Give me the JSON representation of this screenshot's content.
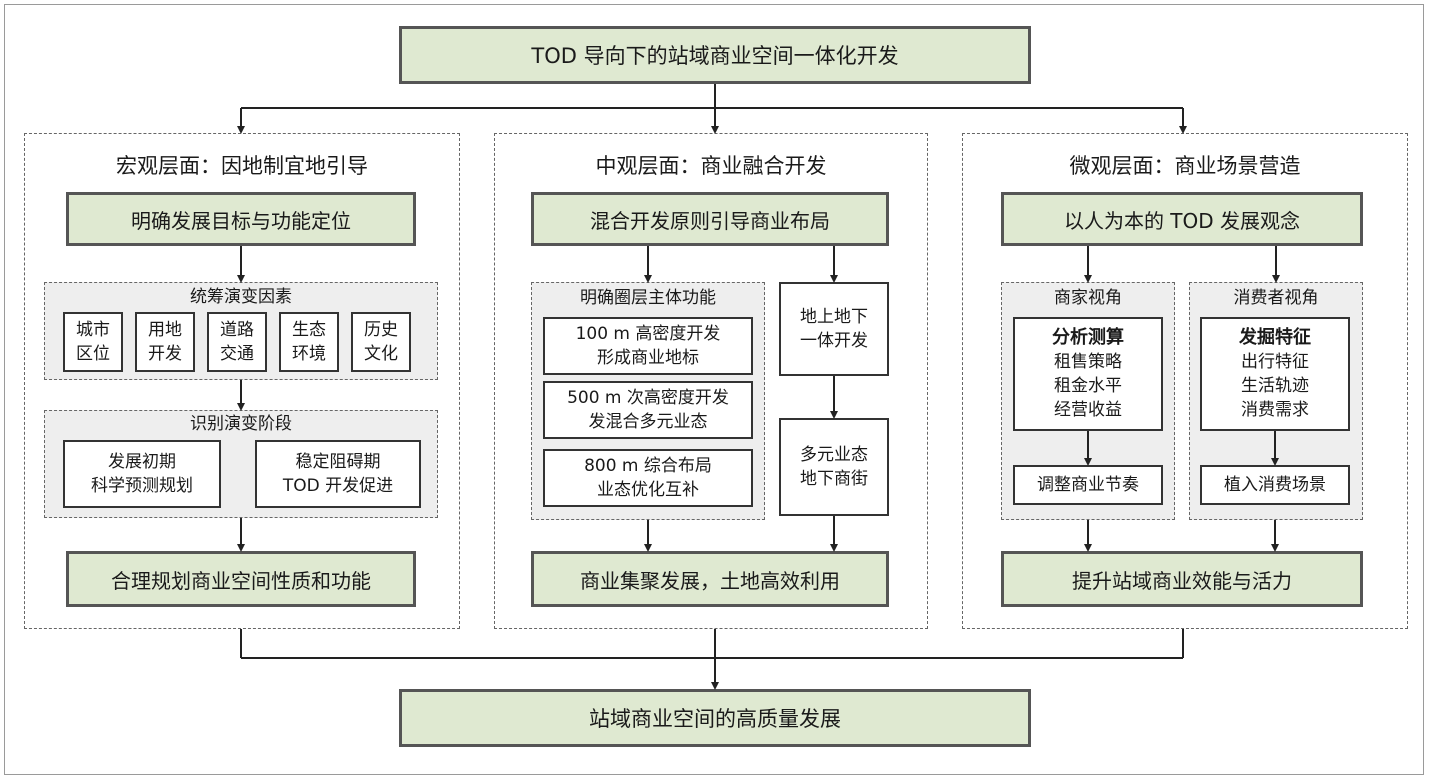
{
  "top": {
    "title": "TOD 导向下的站域商业空间一体化开发"
  },
  "bottom": {
    "title": "站域商业空间的高质量发展"
  },
  "macro": {
    "heading": "宏观层面：因地制宜地引导",
    "head_box": "明确发展目标与功能定位",
    "factors_title": "统筹演变因素",
    "factors": [
      "城市\n区位",
      "用地\n开发",
      "道路\n交通",
      "生态\n环境",
      "历史\n文化"
    ],
    "stages_title": "识别演变阶段",
    "stages": [
      "发展初期\n科学预测规划",
      "稳定阻碍期\nTOD 开发促进"
    ],
    "result": "合理规划商业空间性质和功能"
  },
  "meso": {
    "heading": "中观层面：商业融合开发",
    "head_box": "混合开发原则引导商业布局",
    "rings_title": "明确圈层主体功能",
    "rings": [
      "100 m 高密度开发\n形成商业地标",
      "500 m 次高密度开发\n发混合多元业态",
      "800 m 综合布局\n业态优化互补"
    ],
    "side1": "地上地下\n一体开发",
    "side2": "多元业态\n地下商街",
    "result": "商业集聚发展，土地高效利用"
  },
  "micro": {
    "heading": "微观层面：商业场景营造",
    "head_box": "以人为本的 TOD 发展观念",
    "merchant": {
      "title": "商家视角",
      "bold": "分析测算",
      "items": "租售策略\n租金水平\n经营收益",
      "action": "调整商业节奏"
    },
    "consumer": {
      "title": "消费者视角",
      "bold": "发掘特征",
      "items": "出行特征\n生活轨迹\n消费需求",
      "action": "植入消费场景"
    },
    "result": "提升站域商业效能与活力"
  }
}
